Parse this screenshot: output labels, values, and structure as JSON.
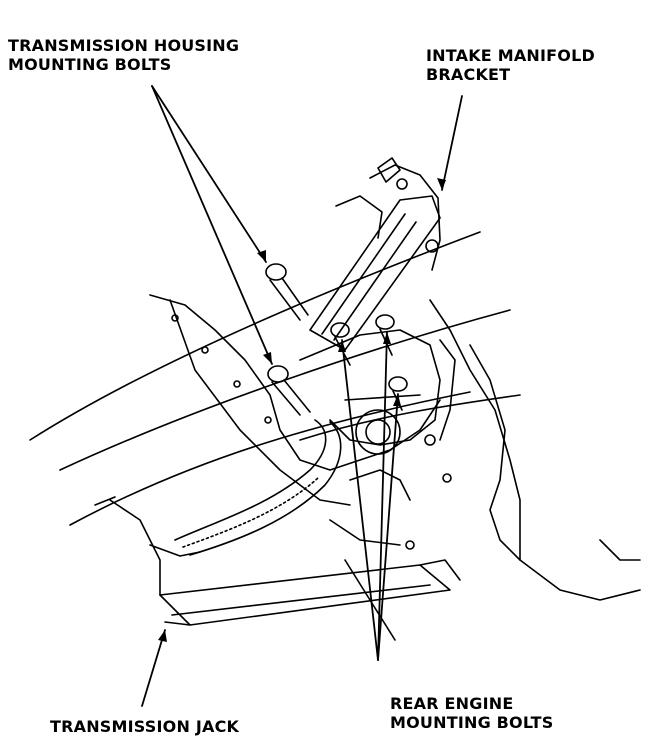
{
  "callouts": {
    "housing_bolts": {
      "line1": "TRANSMISSION HOUSING",
      "line2": "MOUNTING BOLTS"
    },
    "manifold_bracket": {
      "line1": "INTAKE MANIFOLD",
      "line2": "BRACKET"
    },
    "rear_engine_bolts": {
      "line1": "REAR ENGINE",
      "line2": "MOUNTING BOLTS"
    },
    "transmission_jack": {
      "line1": "TRANSMISSION JACK"
    }
  },
  "colors": {
    "ink": "#000000",
    "paper": "#ffffff"
  }
}
